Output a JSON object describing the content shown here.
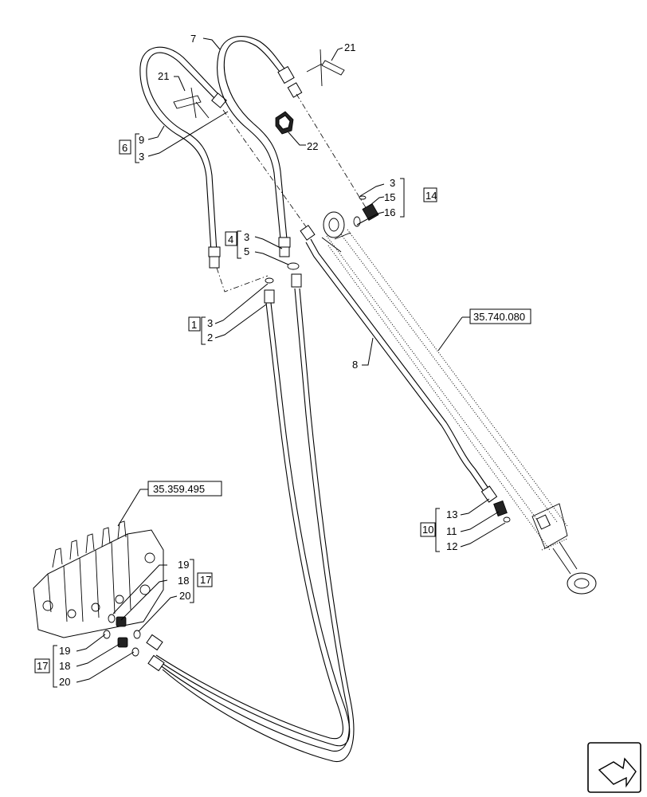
{
  "callouts": {
    "c7": "7",
    "c21_left": "21",
    "c21_right": "21",
    "c6": "6",
    "c9": "9",
    "c3_g6": "3",
    "c22": "22",
    "c3_g14": "3",
    "c15": "15",
    "c14": "14",
    "c16": "16",
    "c4": "4",
    "c3_g4": "3",
    "c5": "5",
    "c1": "1",
    "c3_g1": "3",
    "c2": "2",
    "c8": "8",
    "c13": "13",
    "c10": "10",
    "c11": "11",
    "c12": "12",
    "c19_top": "19",
    "c18_top": "18",
    "c17_top": "17",
    "c20_top": "20",
    "c17_bottom": "17",
    "c19_bottom": "19",
    "c18_bottom": "18",
    "c20_bottom": "20"
  },
  "references": {
    "cylinder_ref": "35.740.080",
    "valve_ref": "35.359.495"
  },
  "nav_icon": "next-page-arrow-icon"
}
